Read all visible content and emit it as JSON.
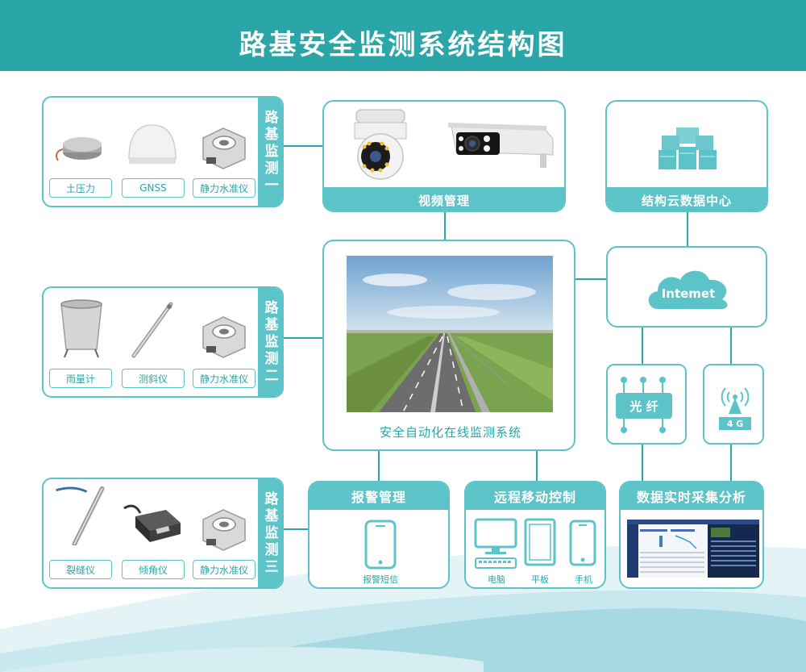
{
  "title": "路基安全监测系统结构图",
  "groups": [
    {
      "label": "路基监测一",
      "devices": [
        "土压力",
        "GNSS",
        "静力水准仪"
      ]
    },
    {
      "label": "路基监测二",
      "devices": [
        "雨量计",
        "测斜仪",
        "静力水准仪"
      ]
    },
    {
      "label": "路基监测三",
      "devices": [
        "裂缝仪",
        "倾角仪",
        "静力水准仪"
      ]
    }
  ],
  "video": {
    "label": "视频管理"
  },
  "center": {
    "label": "安全自动化在线监测系统"
  },
  "cloud_center": {
    "label": "结构云数据中心"
  },
  "internet": {
    "label": "Intemet"
  },
  "fiber": {
    "label": "光 纤"
  },
  "network_4g": {
    "label": "4 G"
  },
  "alarm": {
    "label": "报警管理",
    "item": "报警短信"
  },
  "remote": {
    "label": "远程移动控制",
    "items": [
      "电脑",
      "平板",
      "手机"
    ]
  },
  "data": {
    "label": "数据实时采集分析"
  },
  "colors": {
    "primary": "#2aa5a8",
    "light": "#5cc3c8",
    "wave": "#c7e8ee"
  }
}
